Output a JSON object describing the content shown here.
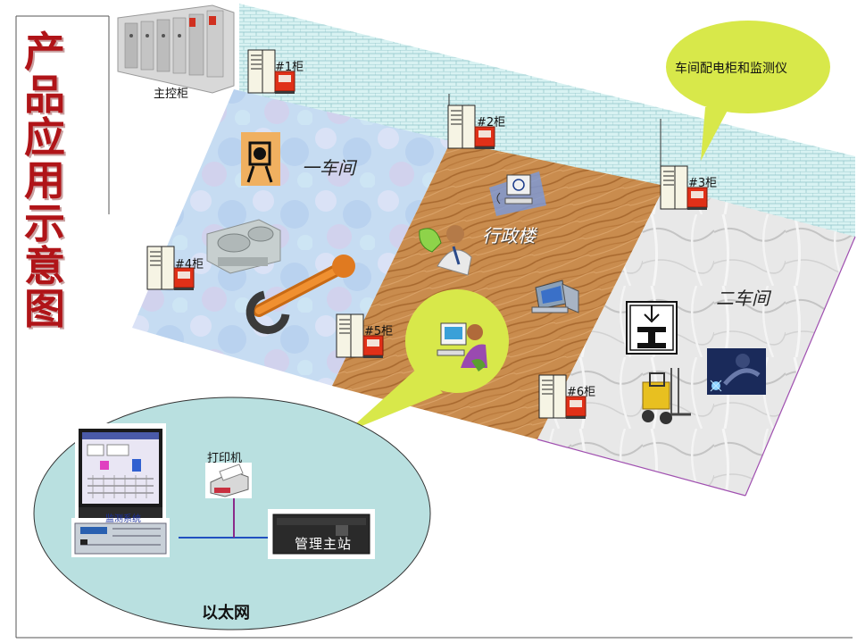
{
  "title": "产品应用示意图",
  "main_cabinet": {
    "label": "主控柜"
  },
  "cabinets": [
    {
      "label": "#1柜"
    },
    {
      "label": "#2柜"
    },
    {
      "label": "#3柜"
    },
    {
      "label": "#4柜"
    },
    {
      "label": "#5柜"
    },
    {
      "label": "#6柜"
    }
  ],
  "rooms": {
    "workshop1": "一车间",
    "admin": "行政楼",
    "workshop2": "二车间"
  },
  "callout": {
    "text": "车间配电柜和监测仪"
  },
  "network": {
    "printer": "打印机",
    "station": "管理主站",
    "ethernet": "以太网",
    "monitor_caption": "监测系统"
  },
  "colors": {
    "title": "#b01418",
    "bubble": "#d8e84a",
    "ellipse": "#b9e0e0",
    "cabinet_red": "#e03018",
    "wall": "#d4f0f0",
    "wood": "#c98c4e",
    "marble": "#e6e6e6",
    "workshop1_floor": "#bcd6f0"
  }
}
